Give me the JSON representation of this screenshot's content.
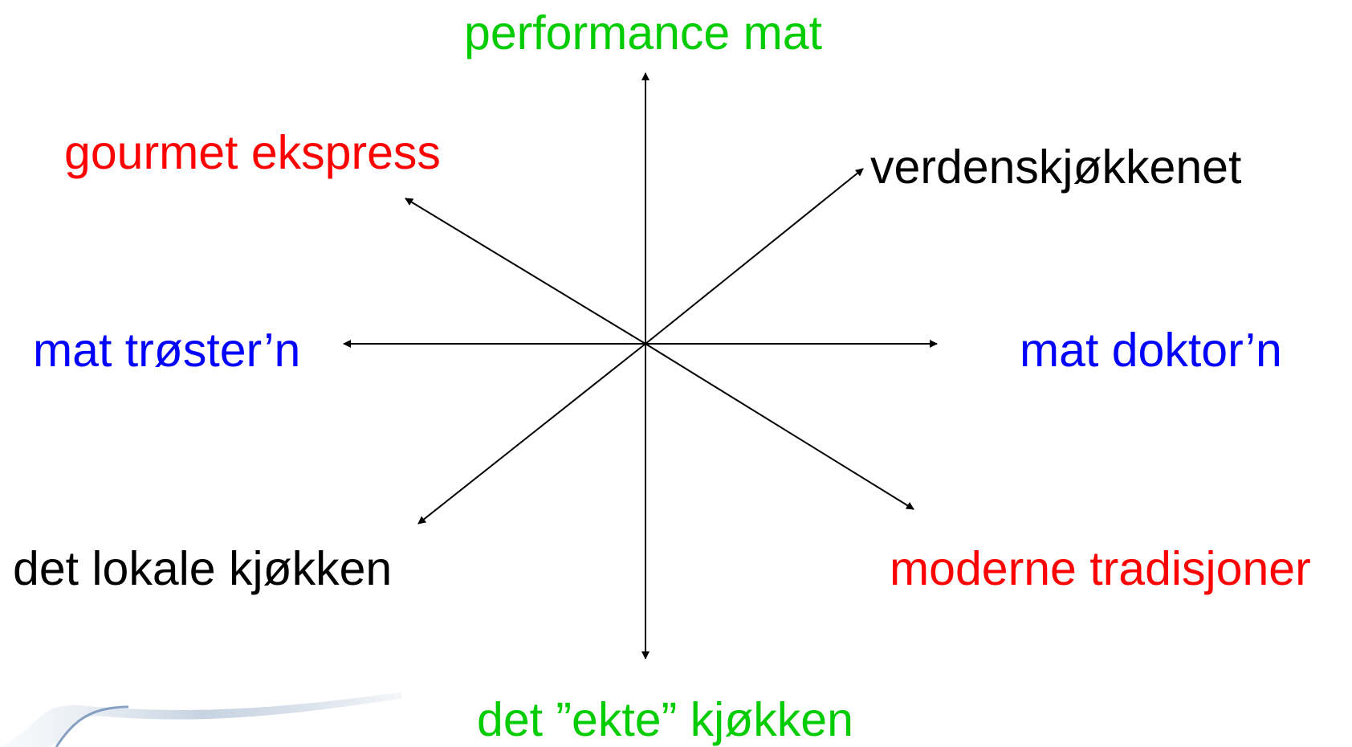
{
  "labels": {
    "top": "performance mat",
    "top_left": "gourmet ekspress",
    "top_right": "verdenskjøkkenet",
    "left": "mat trøster’n",
    "right": "mat doktor’n",
    "bottom_left": "det lokale kjøkken",
    "bottom_right": "moderne tradisjoner",
    "bottom": "det ”ekte” kjøkken"
  },
  "colors": {
    "vertical_axis": "#00cc00",
    "horizontal_axis": "#0000ff",
    "diagonal_a": "#ff0000",
    "diagonal_b": "#000000",
    "arrows": "#000000"
  }
}
